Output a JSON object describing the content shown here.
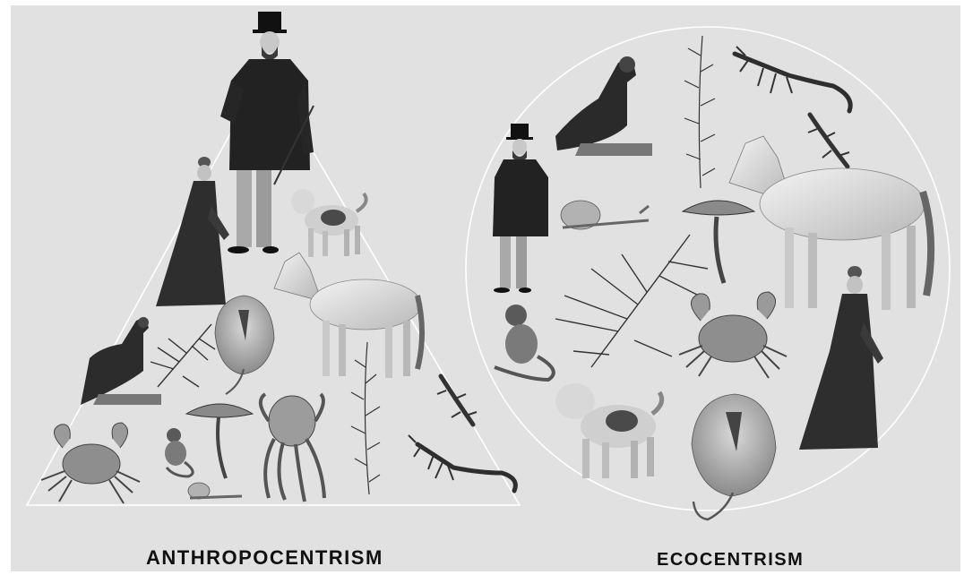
{
  "captions": {
    "left": "ANTHROPOCENTRISM",
    "right": "ECOCENTRISM"
  },
  "colors": {
    "background": "#e1e1e1",
    "outline": "#ffffff",
    "ink": "#1a1a1a"
  },
  "left_panel": {
    "shape": "triangle",
    "figures": [
      "man-in-top-hat",
      "woman-in-dress",
      "dog",
      "horse",
      "stingray",
      "bird",
      "fern-sprig",
      "lizard",
      "crab",
      "monkey",
      "mushroom",
      "octopus",
      "seaweed",
      "scorpion",
      "snail"
    ]
  },
  "right_panel": {
    "shape": "circle",
    "figures": [
      "bird",
      "seaweed",
      "scorpion",
      "lizard",
      "man-in-top-hat",
      "horse",
      "snail",
      "mushroom",
      "fern-sprig",
      "monkey",
      "crab",
      "woman-in-dress",
      "dog",
      "stingray"
    ]
  }
}
